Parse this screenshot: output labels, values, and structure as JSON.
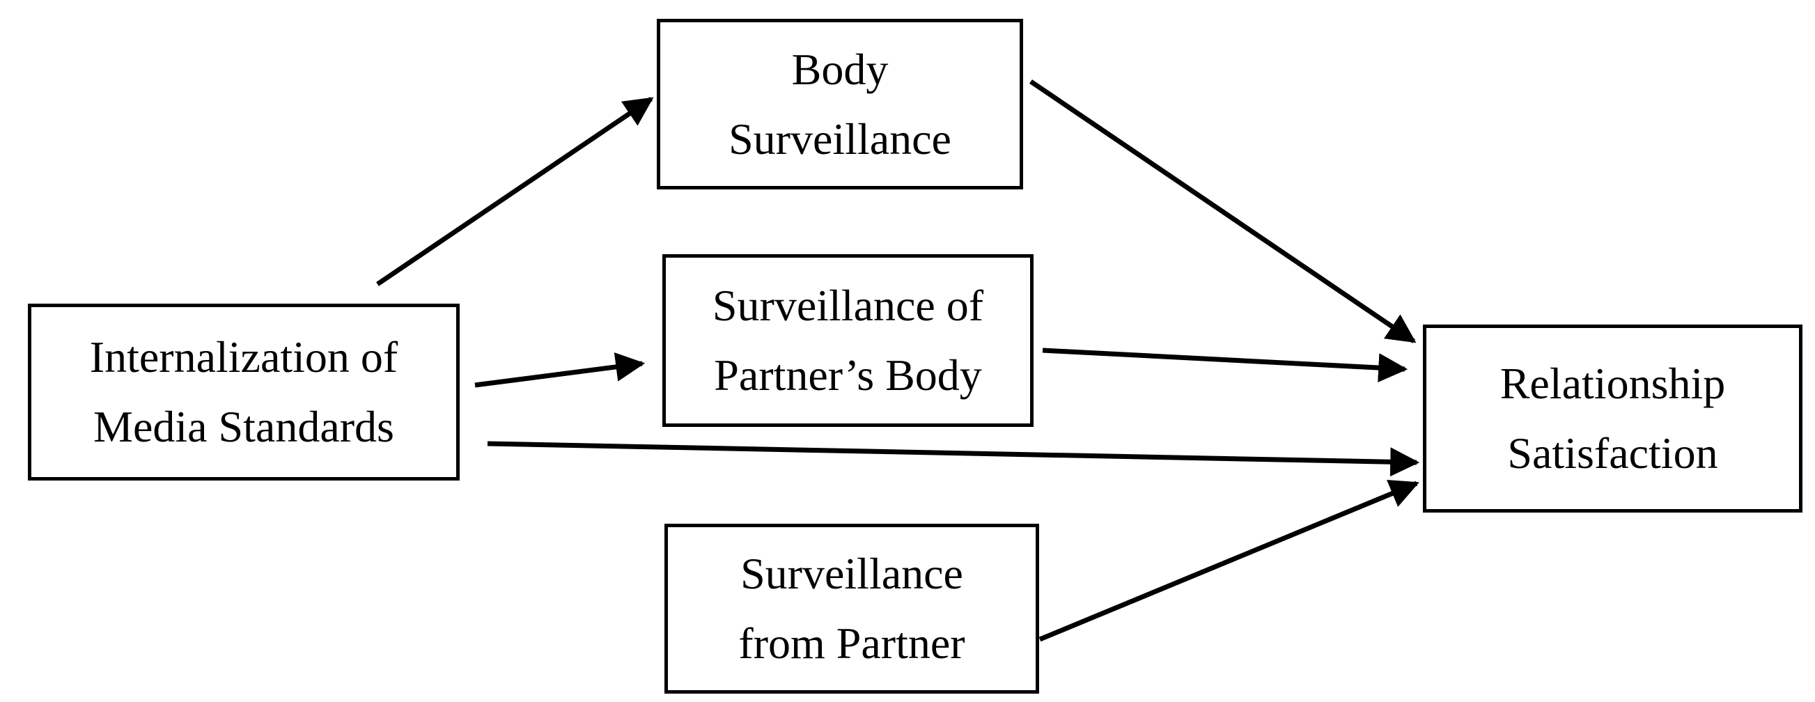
{
  "nodes": {
    "internalization": {
      "line1": "Internalization of",
      "line2": "Media Standards"
    },
    "body_surveillance": {
      "line1": "Body",
      "line2": "Surveillance"
    },
    "surveillance_partner_body": {
      "line1": "Surveillance of",
      "line2": "Partner’s Body"
    },
    "relationship_satisfaction": {
      "line1": "Relationship",
      "line2": "Satisfaction"
    },
    "surveillance_from_partner": {
      "line1": "Surveillance",
      "line2": "from Partner"
    }
  },
  "edges": [
    {
      "from": "internalization",
      "to": "body_surveillance"
    },
    {
      "from": "internalization",
      "to": "surveillance_partner_body"
    },
    {
      "from": "internalization",
      "to": "relationship_satisfaction"
    },
    {
      "from": "body_surveillance",
      "to": "relationship_satisfaction"
    },
    {
      "from": "surveillance_partner_body",
      "to": "relationship_satisfaction"
    },
    {
      "from": "surveillance_from_partner",
      "to": "relationship_satisfaction"
    }
  ],
  "colors": {
    "stroke": "#000000",
    "background": "#ffffff"
  }
}
